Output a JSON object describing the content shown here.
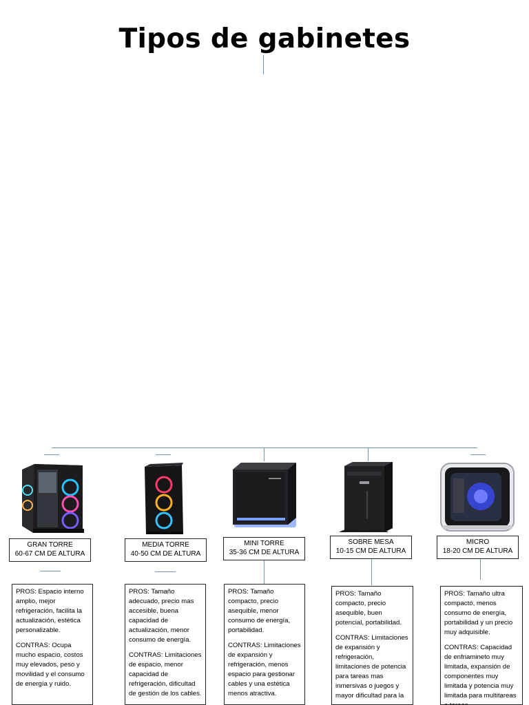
{
  "title": "Tipos de gabinetes",
  "colors": {
    "connector": "#6f94c4",
    "border": "#222222",
    "fan_glow": "#7a5cff",
    "case_dark": "#1c1c1f"
  },
  "cabinets": [
    {
      "name": "GRAN TORRE",
      "height": "60-67 CM DE ALTURA",
      "icon": "full-tower-case-icon",
      "pros": "PROS: Espacio interno amplio, mejor refrigeración, facilita la actualización, estética personalizable.",
      "cons": "CONTRAS: Ocupa mucho espacio, costos muy elevados, peso y movilidad y el consumo de energía y ruido."
    },
    {
      "name": "MEDIA TORRE",
      "height": "40-50 CM DE ALTURA",
      "icon": "mid-tower-case-icon",
      "pros": "PROS: Tamaño adecuado, precio mas accesible, buena capacidad de actualización, menor consumo de energía.",
      "cons": "CONTRAS: Limitaciones de espacio, menor capacidad de refrigeración, dificultad de gestión de los cables."
    },
    {
      "name": "MINI TORRE",
      "height": "35-36 CM DE ALTURA",
      "icon": "mini-tower-case-icon",
      "pros": "PROS: Tamaño compacto, precio asequible, menor consumo de energía, portabilidad.",
      "cons": "CONTRAS: Limitaciones de expansión y refrigeración, menos espacio para gestionar cables y una estética menos atractiva."
    },
    {
      "name": "SOBRE MESA",
      "height": "10-15 CM DE ALTURA",
      "icon": "desktop-case-icon",
      "pros": "PROS: Tamaño compacto, precio asequible, buen potencial, portabilidad.",
      "cons": "CONTRAS: Limitaciones de expansión y refrigeración, limitaciones de potencia para tareas mas inmersivas o juegos y mayor dificultad para la"
    },
    {
      "name": "MICRO",
      "height": "18-20 CM DE ALTURA",
      "icon": "micro-case-icon",
      "pros": "PROS: Tamaño ultra compactó, menos consumo de energía, portabilidad y un precio muy adquisible.",
      "cons": "CONTRAS: Capacidad de enfriamineto muy limitada, expansión de componentes muy limitada y potencia muy limitada para multitareas o tareas"
    }
  ]
}
